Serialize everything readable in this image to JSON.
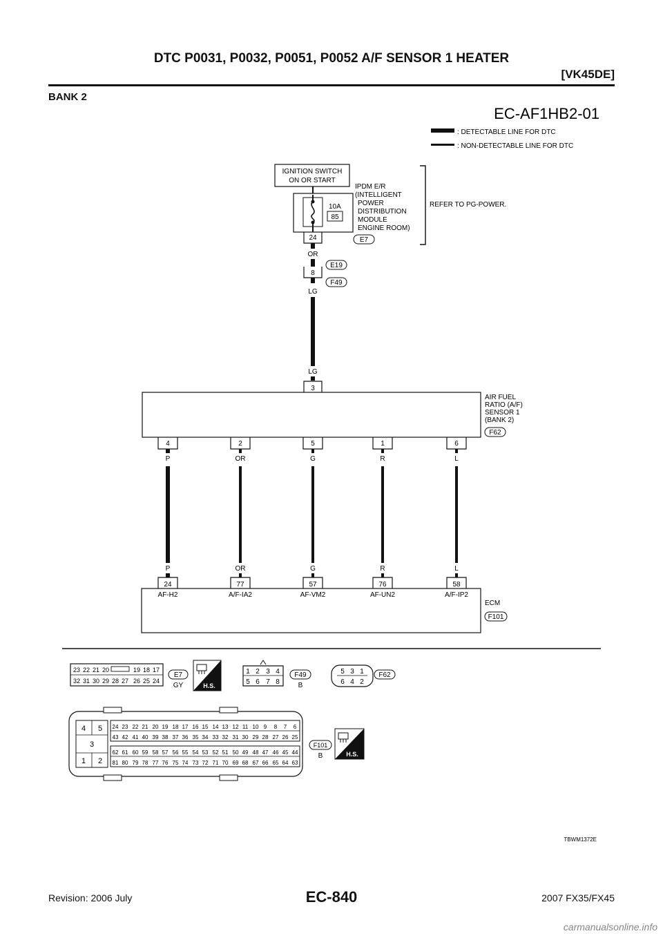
{
  "header": {
    "title": "DTC P0031, P0032, P0051, P0052 A/F SENSOR 1 HEATER",
    "model": "[VK45DE]"
  },
  "section_title": "BANK 2",
  "diagram": {
    "code": "EC-AF1HB2-01",
    "legend": {
      "detectable": ": DETECTABLE LINE FOR DTC",
      "non_detectable": ": NON-DETECTABLE LINE FOR DTC"
    },
    "ignition": {
      "line1": "IGNITION SWITCH",
      "line2": "ON OR START"
    },
    "ipdm": {
      "lines": [
        "IPDM E/R",
        "(INTELLIGENT",
        "POWER",
        "DISTRIBUTION",
        "MODULE",
        "ENGINE ROOM)"
      ],
      "fuse_amp": "10A",
      "fuse_no": "85",
      "pin": "24",
      "connector": "E7",
      "refer": "REFER TO PG-POWER."
    },
    "wire_or": "OR",
    "joint": {
      "pin": "8",
      "connector_top": "E19",
      "connector_bottom": "F49"
    },
    "wire_lg_top": "LG",
    "wire_lg_bottom": "LG",
    "sensor": {
      "pin_top": "3",
      "lines": [
        "AIR FUEL",
        "RATIO (A/F)",
        "SENSOR 1",
        "(BANK 2)"
      ],
      "connector": "F62",
      "pins": [
        "4",
        "2",
        "5",
        "1",
        "6"
      ]
    },
    "wires": [
      {
        "color_top": "P",
        "color_bottom": "P",
        "ecm_pin": "24",
        "ecm_label": "AF-H2"
      },
      {
        "color_top": "OR",
        "color_bottom": "OR",
        "ecm_pin": "77",
        "ecm_label": "A/F-IA2"
      },
      {
        "color_top": "G",
        "color_bottom": "G",
        "ecm_pin": "57",
        "ecm_label": "AF-VM2"
      },
      {
        "color_top": "R",
        "color_bottom": "R",
        "ecm_pin": "76",
        "ecm_label": "AF-UN2"
      },
      {
        "color_top": "L",
        "color_bottom": "L",
        "ecm_pin": "58",
        "ecm_label": "A/F-IP2"
      }
    ],
    "ecm": {
      "label": "ECM",
      "connector": "F101"
    },
    "connectors": {
      "e7": {
        "row1": [
          "23",
          "22",
          "21",
          "20",
          "19",
          "18",
          "17"
        ],
        "row2": [
          "32",
          "31",
          "30",
          "29",
          "28",
          "27",
          "26",
          "25",
          "24"
        ],
        "id": "E7",
        "color": "GY"
      },
      "hs": "H.S.",
      "f49": {
        "row1": [
          "1",
          "2",
          "3",
          "4"
        ],
        "row2": [
          "5",
          "6",
          "7",
          "8"
        ],
        "id": "F49",
        "color": "B"
      },
      "f62": {
        "row1": [
          "5",
          "3",
          "1"
        ],
        "row2": [
          "6",
          "4",
          "2"
        ],
        "id": "F62"
      },
      "f101": {
        "left": [
          "4",
          "5",
          "3",
          "1",
          "2"
        ],
        "row1": [
          "24",
          "23",
          "22",
          "21",
          "20",
          "19",
          "18",
          "17",
          "16",
          "15",
          "14",
          "13",
          "12",
          "11",
          "10",
          "9",
          "8",
          "7",
          "6"
        ],
        "row2": [
          "43",
          "42",
          "41",
          "40",
          "39",
          "38",
          "37",
          "36",
          "35",
          "34",
          "33",
          "32",
          "31",
          "30",
          "29",
          "28",
          "27",
          "26",
          "25"
        ],
        "row3": [
          "62",
          "61",
          "60",
          "59",
          "58",
          "57",
          "56",
          "55",
          "54",
          "53",
          "52",
          "51",
          "50",
          "49",
          "48",
          "47",
          "46",
          "45",
          "44"
        ],
        "row4": [
          "81",
          "80",
          "79",
          "78",
          "77",
          "76",
          "75",
          "74",
          "73",
          "72",
          "71",
          "70",
          "69",
          "68",
          "67",
          "66",
          "65",
          "64",
          "63"
        ],
        "id": "F101",
        "color": "B"
      }
    },
    "figure_id": "TBWM1372E"
  },
  "footer": {
    "page": "EC-840",
    "revision": "Revision: 2006 July",
    "model": "2007 FX35/FX45",
    "watermark": "carmanualsonline.info"
  }
}
